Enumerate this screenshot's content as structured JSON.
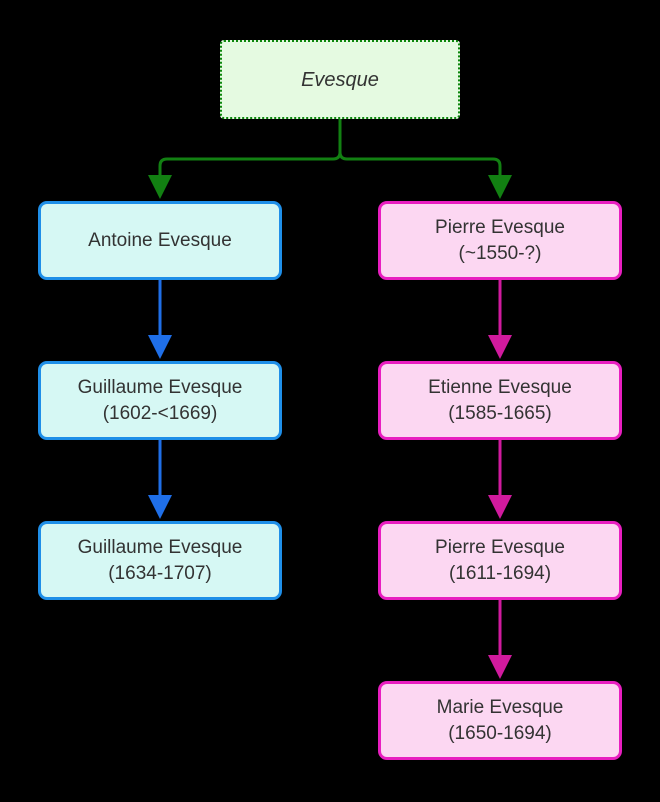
{
  "diagram": {
    "type": "family-tree",
    "title_node": {
      "label": "Evesque",
      "style": "root"
    },
    "palette": {
      "background": "#000000",
      "root_fill": "#e5fae1",
      "root_border": "#0b860b",
      "root_edge": "#128012",
      "blue_fill": "#d6f8f4",
      "blue_border": "#1f8fe8",
      "blue_edge": "#1f6fe8",
      "pink_fill": "#fcd7f2",
      "pink_border": "#e81ec0",
      "pink_edge": "#d11a9e",
      "text": "#333333"
    },
    "branches": [
      {
        "name": "antoine-line",
        "color": "blue",
        "nodes": [
          {
            "name": "Antoine Evesque",
            "dates": ""
          },
          {
            "name": "Guillaume Evesque",
            "dates": "(1602-<1669)"
          },
          {
            "name": "Guillaume Evesque",
            "dates": "(1634-1707)"
          }
        ]
      },
      {
        "name": "pierre-line",
        "color": "pink",
        "nodes": [
          {
            "name": "Pierre Evesque",
            "dates": "(~1550-?)"
          },
          {
            "name": "Etienne Evesque",
            "dates": "(1585-1665)"
          },
          {
            "name": "Pierre Evesque",
            "dates": "(1611-1694)"
          },
          {
            "name": "Marie Evesque",
            "dates": "(1650-1694)"
          }
        ]
      }
    ]
  }
}
